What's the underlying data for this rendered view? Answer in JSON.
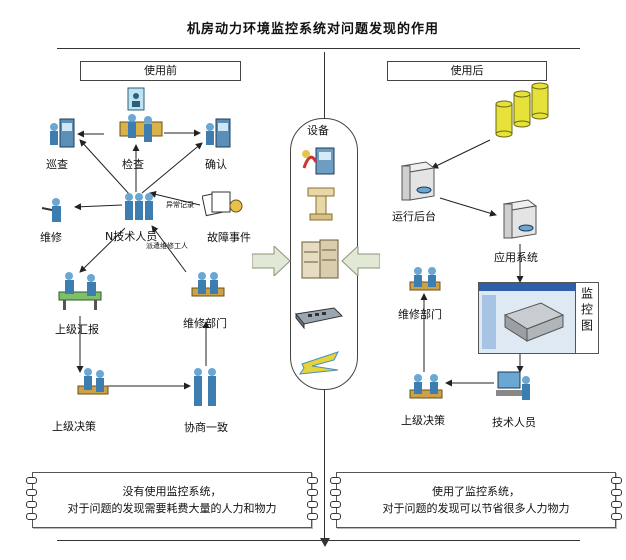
{
  "title": "机房动力环境监控系统对问题发现的作用",
  "before": {
    "header": "使用前",
    "nodes": {
      "patrol": "巡查",
      "inspect": "检查",
      "confirm": "确认",
      "repair": "维修",
      "technician": "N技术人员",
      "fault": "故障事件",
      "report": "上级汇报",
      "repair_dept": "维修部门",
      "decision": "上级决策",
      "negotiate": "协商一致"
    },
    "edge_labels": {
      "abnormal": "异常记录",
      "dispatch": "派遣维修工人"
    },
    "note": [
      "没有使用监控系统，",
      "对于问题的发现需要耗费大量的人力和物力"
    ]
  },
  "center": {
    "header": "设备"
  },
  "after": {
    "header": "使用后",
    "nodes": {
      "backend": "运行后台",
      "app": "应用系统",
      "repair_dept": "维修部门",
      "monitor": "监控图",
      "decision": "上级决策",
      "technician": "技术人员"
    },
    "note": [
      "使用了监控系统，",
      "对于问题的发现可以节省很多人力物力"
    ]
  }
}
